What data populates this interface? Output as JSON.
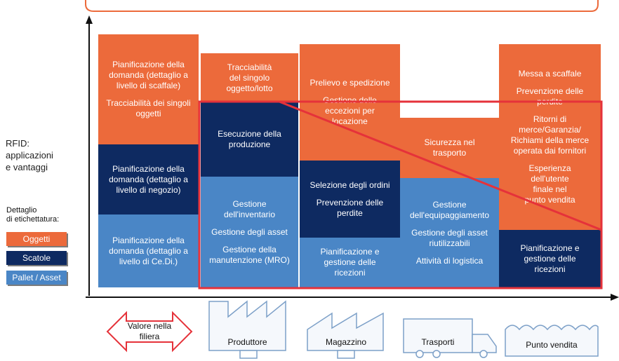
{
  "side_title": "RFID:\napplicazioni\ne vantaggi",
  "legend": {
    "title": "Dettaglio\ndi etichettatura:",
    "items": [
      {
        "label": "Oggetti",
        "color": "#ec6a3b"
      },
      {
        "label": "Scatole",
        "color": "#0e2a61"
      },
      {
        "label": "Pallet / Asset",
        "color": "#4a86c6"
      }
    ]
  },
  "columns": {
    "c1": {
      "orange": [
        "Pianificazione della domanda (dettaglio a livello di scaffale)",
        "Tracciabilità dei singoli oggetti"
      ],
      "navy": [
        "Pianificazione della domanda (dettaglio a livello di negozio)"
      ],
      "blue": [
        "Pianificazione della domanda (dettaglio a livello di Ce.Di.)"
      ]
    },
    "c2": {
      "orange": [
        "Tracciabilità\ndel singolo\noggetto/lotto"
      ],
      "navy": [
        "Esecuzione della\nproduzione"
      ],
      "blue": [
        "Gestione\ndell'inventario",
        "Gestione degli asset",
        "Gestione della\nmanutenzione (MRO)"
      ]
    },
    "c3": {
      "orange": [
        "Prelievo e spedizione",
        "Gestione delle\neccezioni per\nlocazione"
      ],
      "navy": [
        "Selezione degli ordini",
        "Prevenzione delle\nperdite"
      ],
      "blue": [
        "Pianificazione e\ngestione delle\nricezioni"
      ]
    },
    "c4": {
      "orange": [
        "Sicurezza nel\ntrasporto"
      ],
      "blue": [
        "Gestione\ndell'equipaggiamento",
        "Gestione degli asset\nriutilizzabili",
        "Attività di logistica"
      ]
    },
    "c5": {
      "orange": [
        "Messa a scaffale",
        "Prevenzione delle\nperdite",
        "Ritorni di\nmerce/Garanzia/\nRichiami della merce\noperata dai fornitori",
        "Esperienza\ndell'utente\nfinale nel\npunto vendita"
      ],
      "navy": [
        "Pianificazione e\ngestione delle\nricezioni"
      ]
    }
  },
  "bottom": {
    "value_chain": "Valore nella\nfiliera",
    "producer": "Produttore",
    "warehouse": "Magazzino",
    "transport": "Trasporti",
    "store": "Punto vendita"
  },
  "colors": {
    "orange": "#ec6a3b",
    "navy": "#0e2a61",
    "blue": "#4a86c6",
    "highlight": "#e5323a",
    "callout": "#ec6a3b",
    "icon_stroke": "#7da0c8"
  }
}
